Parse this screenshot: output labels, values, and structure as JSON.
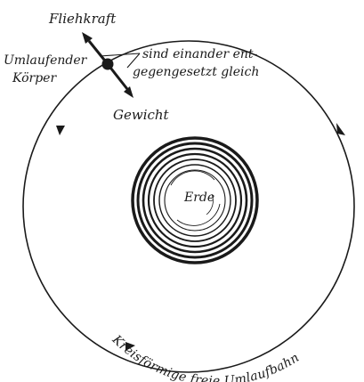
{
  "diagram": {
    "labels": {
      "centrifugal_force": "Fliehkraft",
      "orbiting_body_line1": "Umlaufender",
      "orbiting_body_line2": "Körper",
      "equal_opposite_line1": "sind einander ent-",
      "equal_opposite_line2": "gegengesetzt gleich",
      "weight": "Gewicht",
      "earth": "Erde",
      "orbit": "Kreisförmige freie Umlaufbahn"
    },
    "ink_color": "#1a1a1a",
    "background_color": "#ffffff"
  }
}
